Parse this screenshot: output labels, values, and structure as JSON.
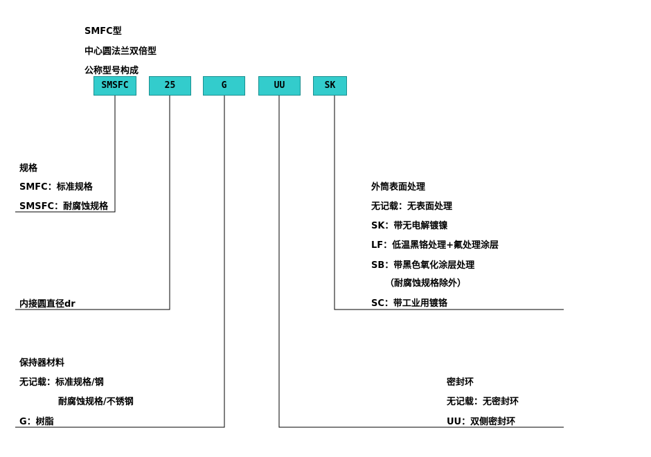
{
  "header": {
    "line1": "SMFC型",
    "line2": "中心圆法兰双倍型",
    "line3": "公称型号构成"
  },
  "code_boxes": [
    {
      "label": "SMSFC"
    },
    {
      "label": "25"
    },
    {
      "label": "G"
    },
    {
      "label": "UU"
    },
    {
      "label": "SK"
    }
  ],
  "spec_block": {
    "title": "规格",
    "line1": "SMFC：标准规格",
    "line2": "SMSFC：耐腐蚀规格"
  },
  "size_block": {
    "label": "内接圆直径dr"
  },
  "retainer_block": {
    "title": "保持器材料",
    "line1": "无记载：标准规格/钢",
    "line2": "耐腐蚀规格/不锈钢",
    "line3": "G：树脂"
  },
  "surface_block": {
    "title": "外筒表面处理",
    "line1": "无记载：无表面处理",
    "line2": "SK：带无电解镀镍",
    "line3": "LF：低温黑铬处理+氟处理涂层",
    "line4": "SB：带黑色氧化涂层处理",
    "line5": "（耐腐蚀规格除外）",
    "line6": "SC：带工业用镀铬"
  },
  "seal_block": {
    "title": "密封环",
    "line1": "无记载：无密封环",
    "line2": "UU：双侧密封环"
  },
  "colors": {
    "box_fill": "#33cccc",
    "line": "#000000"
  }
}
